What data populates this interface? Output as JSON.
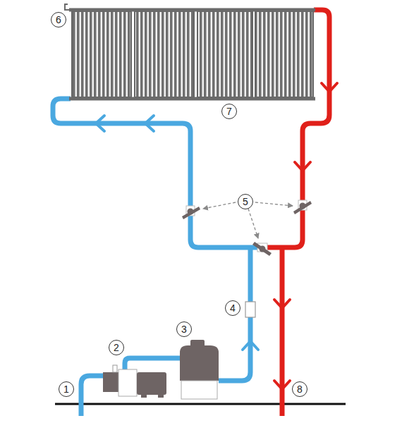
{
  "diagram": {
    "labels": [
      "6",
      "7",
      "5",
      "4",
      "3",
      "2",
      "1",
      "8"
    ]
  }
}
